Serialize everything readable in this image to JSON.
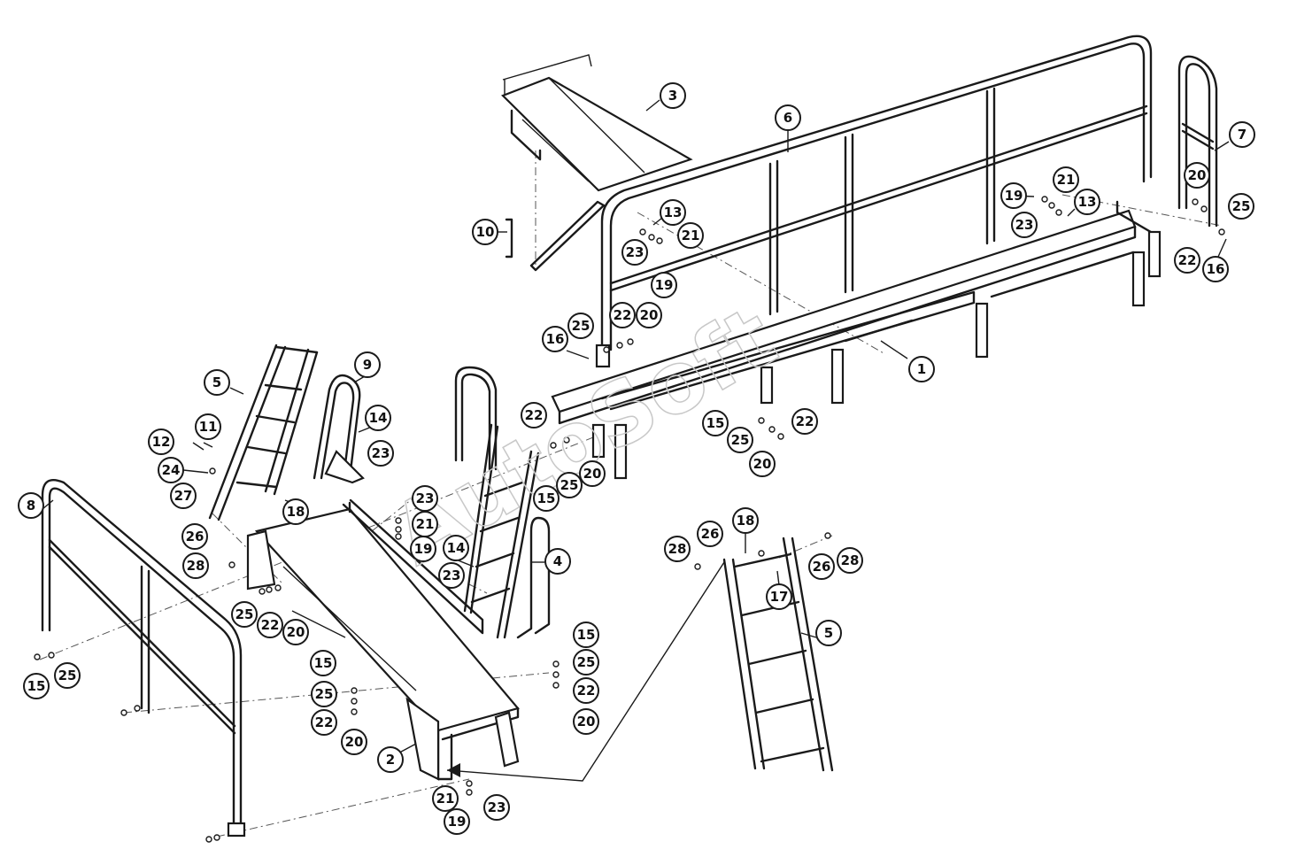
{
  "watermark": "AutoSoft",
  "callouts": [
    "1",
    "2",
    "3",
    "4",
    "5",
    "6",
    "7",
    "8",
    "9",
    "10",
    "11",
    "12",
    "13",
    "14",
    "15",
    "16",
    "17",
    "18",
    "19",
    "20",
    "21",
    "22",
    "23",
    "24",
    "25",
    "26",
    "27",
    "28"
  ]
}
